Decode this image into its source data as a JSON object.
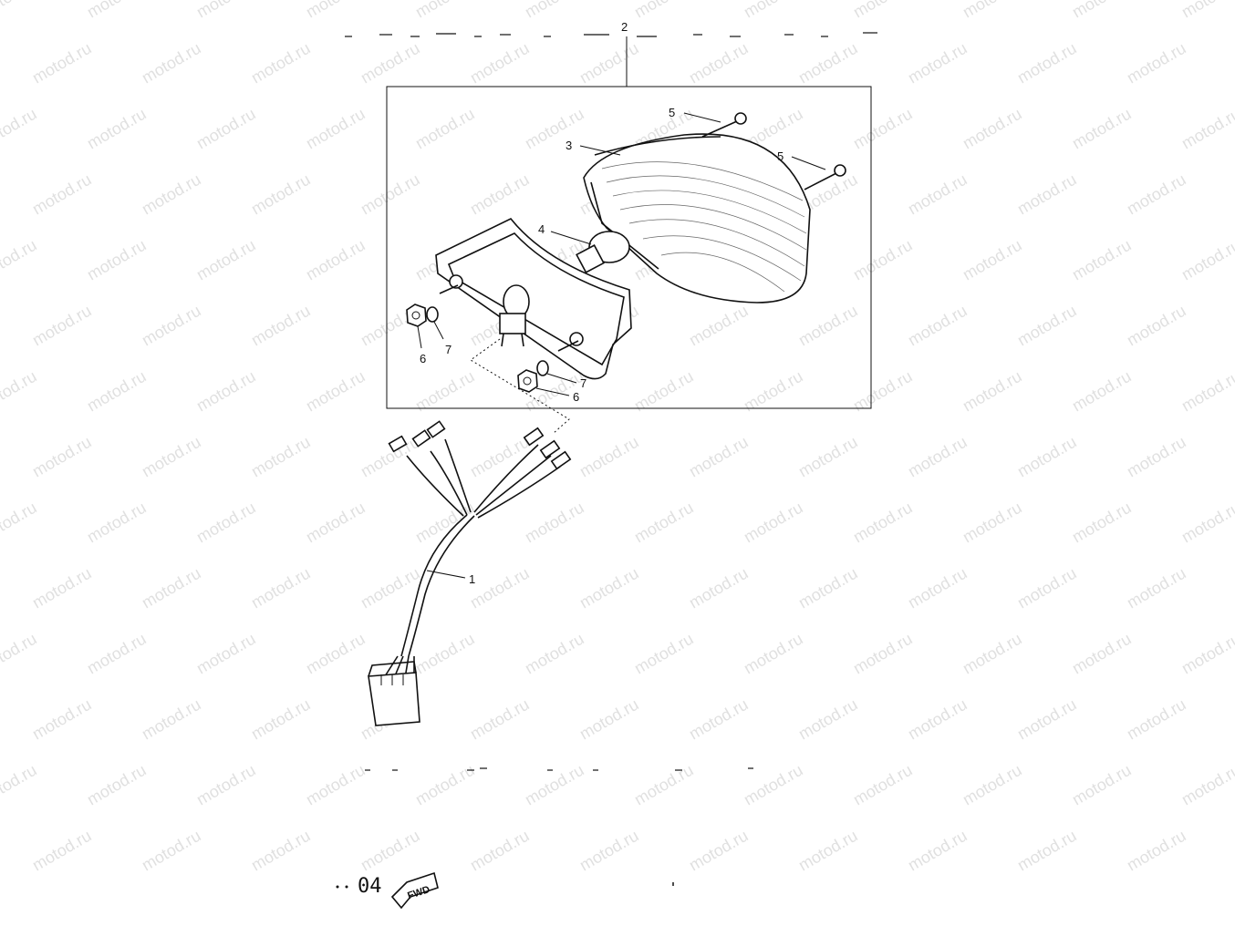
{
  "watermark": "motod.ru",
  "callouts": {
    "c1": "1",
    "c2": "2",
    "c3": "3",
    "c4": "4",
    "c5a": "5",
    "c5b": "5",
    "c6a": "6",
    "c6b": "6",
    "c7a": "7",
    "c7b": "7"
  },
  "page_code": "04",
  "fwd_label": "FWD"
}
